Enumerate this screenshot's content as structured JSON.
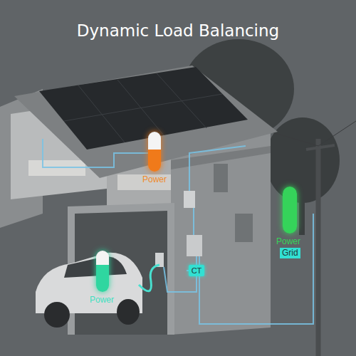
{
  "diagram": {
    "title": "Dynamic Load Balancing",
    "nodes": [
      {
        "text": [
          "Power"
        ]
      },
      {
        "text": [
          "Power",
          "Grid"
        ]
      },
      {
        "text": [
          "CT"
        ]
      },
      {
        "text": [
          "Power"
        ]
      }
    ]
  }
}
